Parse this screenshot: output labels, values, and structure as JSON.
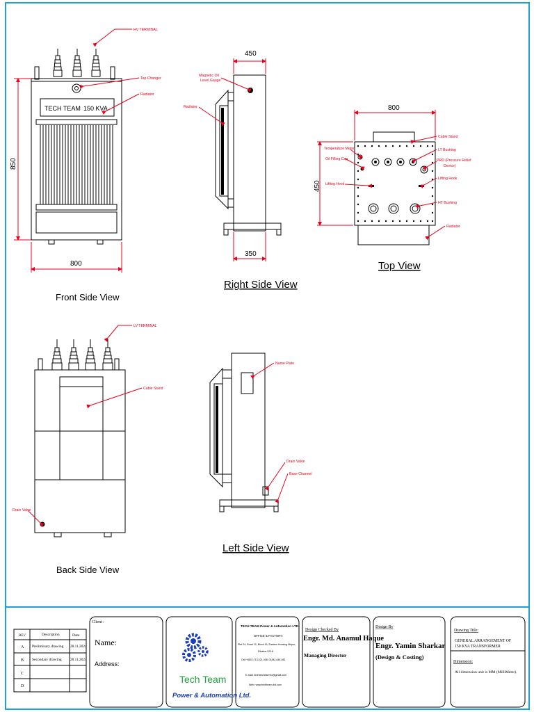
{
  "views": {
    "front": "Front Side View",
    "right": "Right Side View",
    "top": "Top View",
    "back": "Back Side View",
    "left": "Left Side View"
  },
  "nameplate": {
    "company": "TECH TEAM",
    "rating": "150 KVA"
  },
  "dimensions": {
    "front_height": "850",
    "front_width": "800",
    "right_top": "450",
    "right_bottom": "350",
    "top_width": "800",
    "top_height": "450"
  },
  "labels": {
    "hv_terminal": "HV TERMINAL",
    "tap_changer": "Tap Changer",
    "radiator": "Radiator",
    "magnetic_oil_gauge_1": "Magnetic Oil",
    "magnetic_oil_gauge_2": "Level Gauge",
    "radiator_side": "Radiator",
    "cable_stand": "Cable Stand",
    "temperature_meter": "Temperature Meter",
    "oil_filling_cap": "Oil Filling Cap",
    "lifting_hook_left": "Lifting Hook",
    "lt_bushing": "LT Bushing",
    "prd_1": "PRD (Pressure Relief",
    "prd_2": "Device)",
    "lifting_hook_right": "Lifting Hook",
    "ht_bushing": "HT Bushing",
    "radiator_top": "Radiator",
    "lv_terminal": "LV TERMINAL",
    "cable_stand_back": "Cable Stand",
    "drain_valve_back": "Drain Valve",
    "name_plate": "Name Plate",
    "drain_valve_left": "Drain Valve",
    "base_channel": "Base Channel"
  },
  "title_block": {
    "revisions": {
      "headers": [
        "REV",
        "Description",
        "Date"
      ],
      "rows": [
        [
          "A",
          "Preliminary drawing",
          "28.11.2024"
        ],
        [
          "B",
          "Secondary drawing",
          "28.11.2024"
        ],
        [
          "C",
          "",
          ""
        ],
        [
          "D",
          "",
          ""
        ]
      ]
    },
    "client": {
      "heading": "Client :",
      "name": "Name:",
      "address": "Address:"
    },
    "logo": {
      "line1": "Tech Team",
      "line2": "Power & Automation Ltd."
    },
    "company": {
      "name": "TECH TEAM Power & Automation LTD.",
      "office": "OFFICE & FACTORY:",
      "address1": "Plot 24, Road 12, Block 16, Eastern Housing Mirpur,",
      "address2": "Dhaka-1216",
      "cell": "Cell:+880 1713-021-008, 01842-649-082",
      "email": "E-mail: techteamasemu@gmail.com",
      "web": "Web: www.techteam-bd.com"
    },
    "checked": {
      "heading": "Design Checked By",
      "name": "Engr. Md. Anamul Haque",
      "role": "Managing Director"
    },
    "design": {
      "heading": "Design By",
      "name": "Engr. Yamin Sharkar",
      "role": "(Design & Costing)"
    },
    "drawing": {
      "title_heading": "Drawing Title:",
      "title_line1": "GENERAL ARRANGEMENT OF",
      "title_line2": "150 KVA TRANSFORMER",
      "dimension_heading": "Dimension:",
      "dimension_note": "All dimension unit is MM (MilliMeter)."
    }
  },
  "colors": {
    "frame": "#1ba3d6",
    "callout": "#e8001c",
    "logo_blue": "#1b3db8",
    "logo_green": "#1ea33a"
  }
}
